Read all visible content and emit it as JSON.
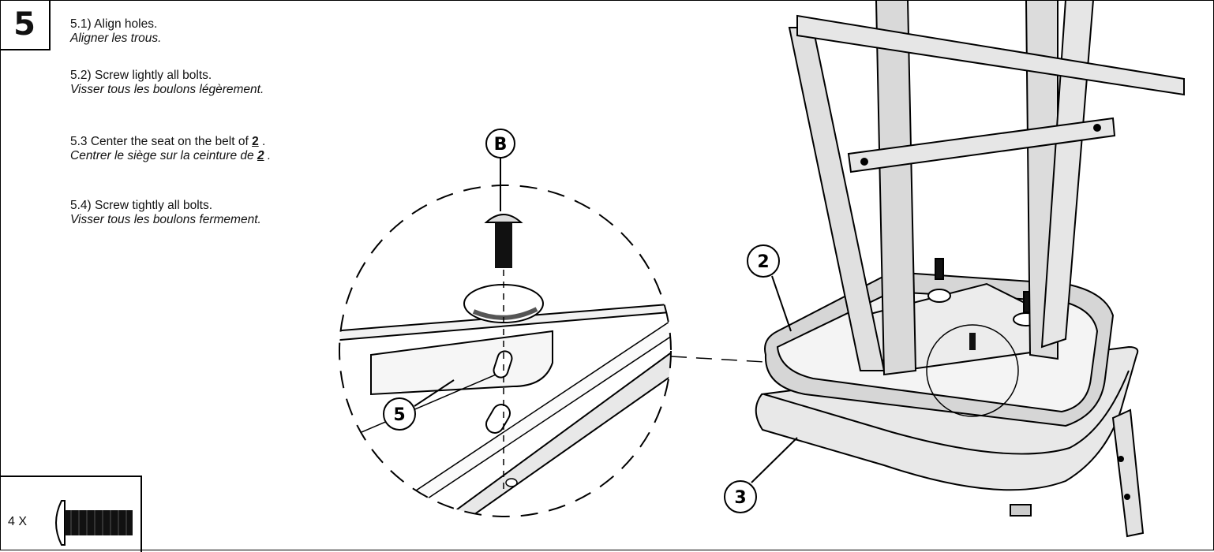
{
  "step": {
    "number": "5"
  },
  "instructions": [
    {
      "en": "5.1) Align holes.",
      "fr": "Aligner les trous."
    },
    {
      "en": "5.2) Screw lightly all bolts.",
      "fr": "Visser tous les boulons légèrement."
    },
    {
      "en_prefix": "5.3 Center the seat on the belt of ",
      "en_ref": "2",
      "en_suffix": ".",
      "fr_prefix": "Centrer le siège sur la ceinture de ",
      "fr_ref": "2",
      "fr_suffix": "."
    },
    {
      "en": "5.4) Screw tightly all bolts.",
      "fr": "Visser tous les boulons fermement."
    }
  ],
  "hardware": {
    "quantity": "4 X",
    "icon": "bolt-icon"
  },
  "callouts": {
    "bolt": "B",
    "part5": "5",
    "part2": "2",
    "part3": "3"
  },
  "colors": {
    "line": "#000000",
    "part_fill": "#e6e6e6",
    "shade": "#b8b8b8"
  }
}
